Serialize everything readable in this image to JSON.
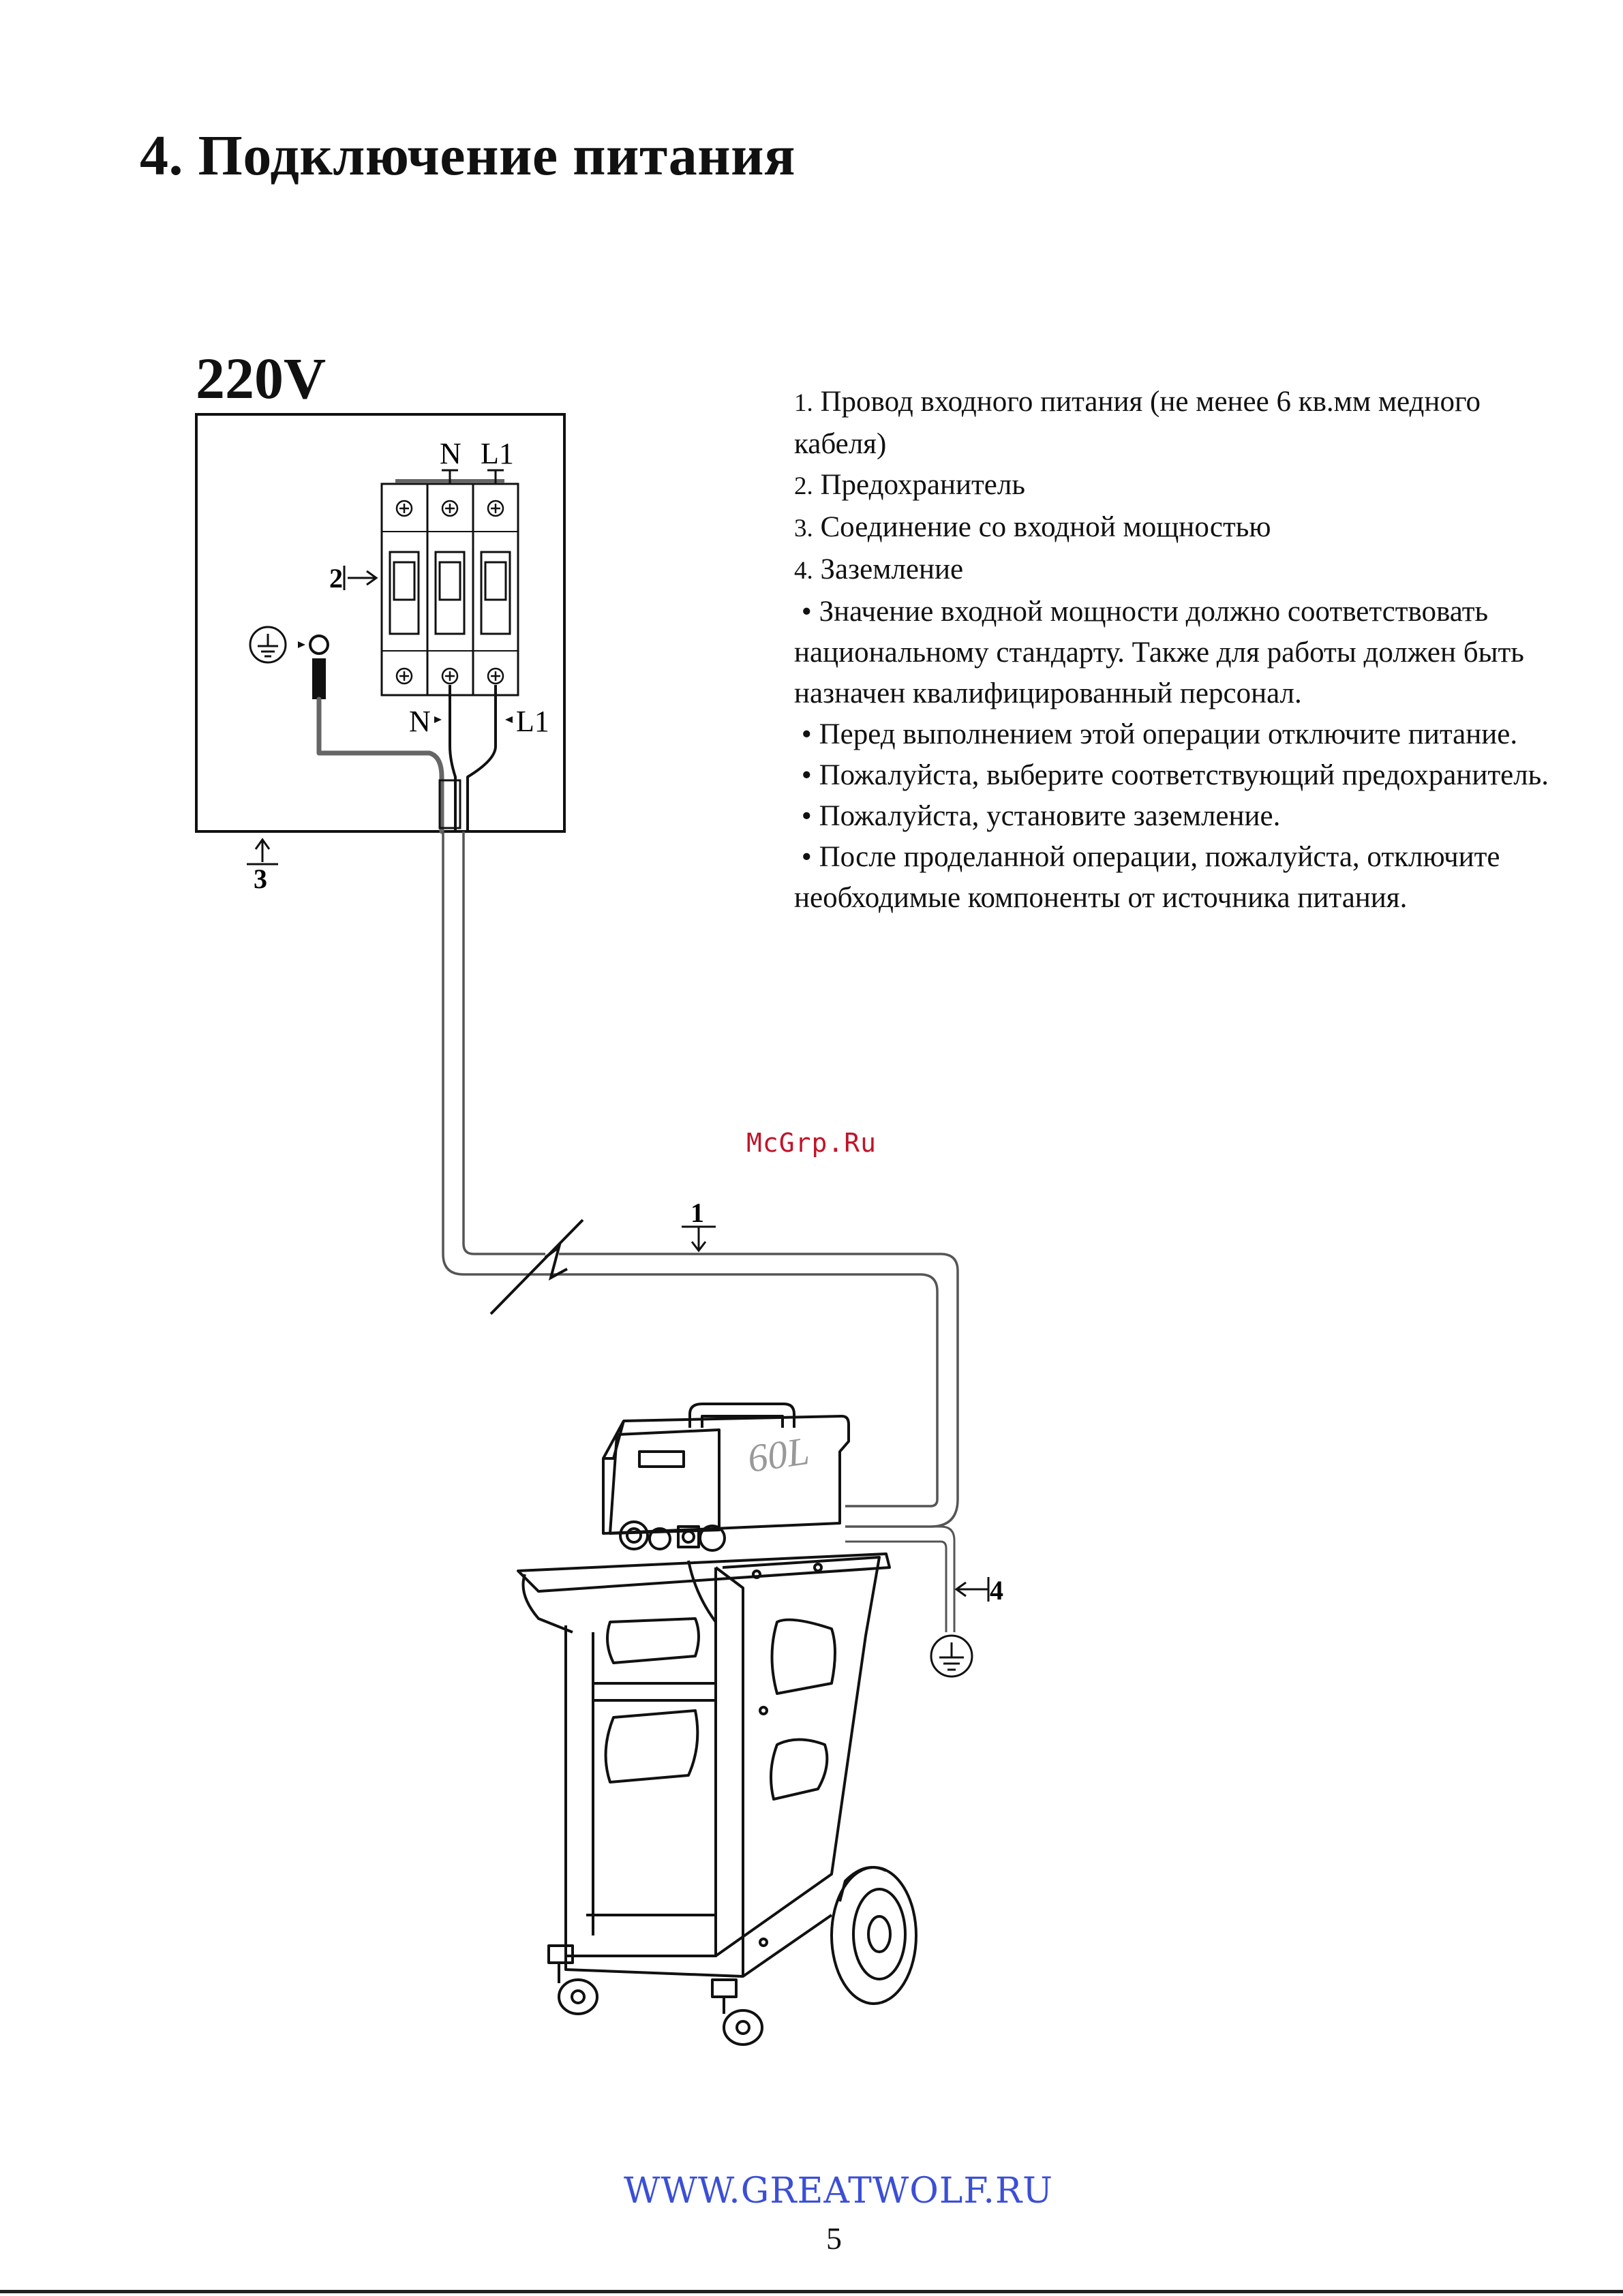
{
  "title": "4. Подключение питания",
  "diagram": {
    "voltage": "220V",
    "terminal_n_top": "N",
    "terminal_l1_top": "L1",
    "terminal_n_bottom": "N",
    "terminal_l1_bottom": "L1",
    "callout_1": "1",
    "callout_2": "2",
    "callout_3": "3",
    "callout_4": "4",
    "machine_label": "60L"
  },
  "legend": [
    {
      "num": "1.",
      "text": "Провод входного питания (не менее 6 кв.мм  медного кабеля)"
    },
    {
      "num": "2.",
      "text": "Предохранитель"
    },
    {
      "num": "3.",
      "text": "Соединение со входной мощностью"
    },
    {
      "num": "4.",
      "text": "Заземление"
    }
  ],
  "notes": [
    "Значение входной мощности должно соответствовать национальному стандарту. Также для работы должен быть назначен квалифицированный персонал.",
    "Перед выполнением этой операции отключите питание.",
    "Пожалуйста, выберите соответствующий предохранитель.",
    "Пожалуйста, установите заземление.",
    "После проделанной операции, пожалуйста, отключите необходимые компоненты от источника питания."
  ],
  "watermark": "McGrp.Ru",
  "website": "WWW.GREATWOLF.RU",
  "page_number": "5"
}
